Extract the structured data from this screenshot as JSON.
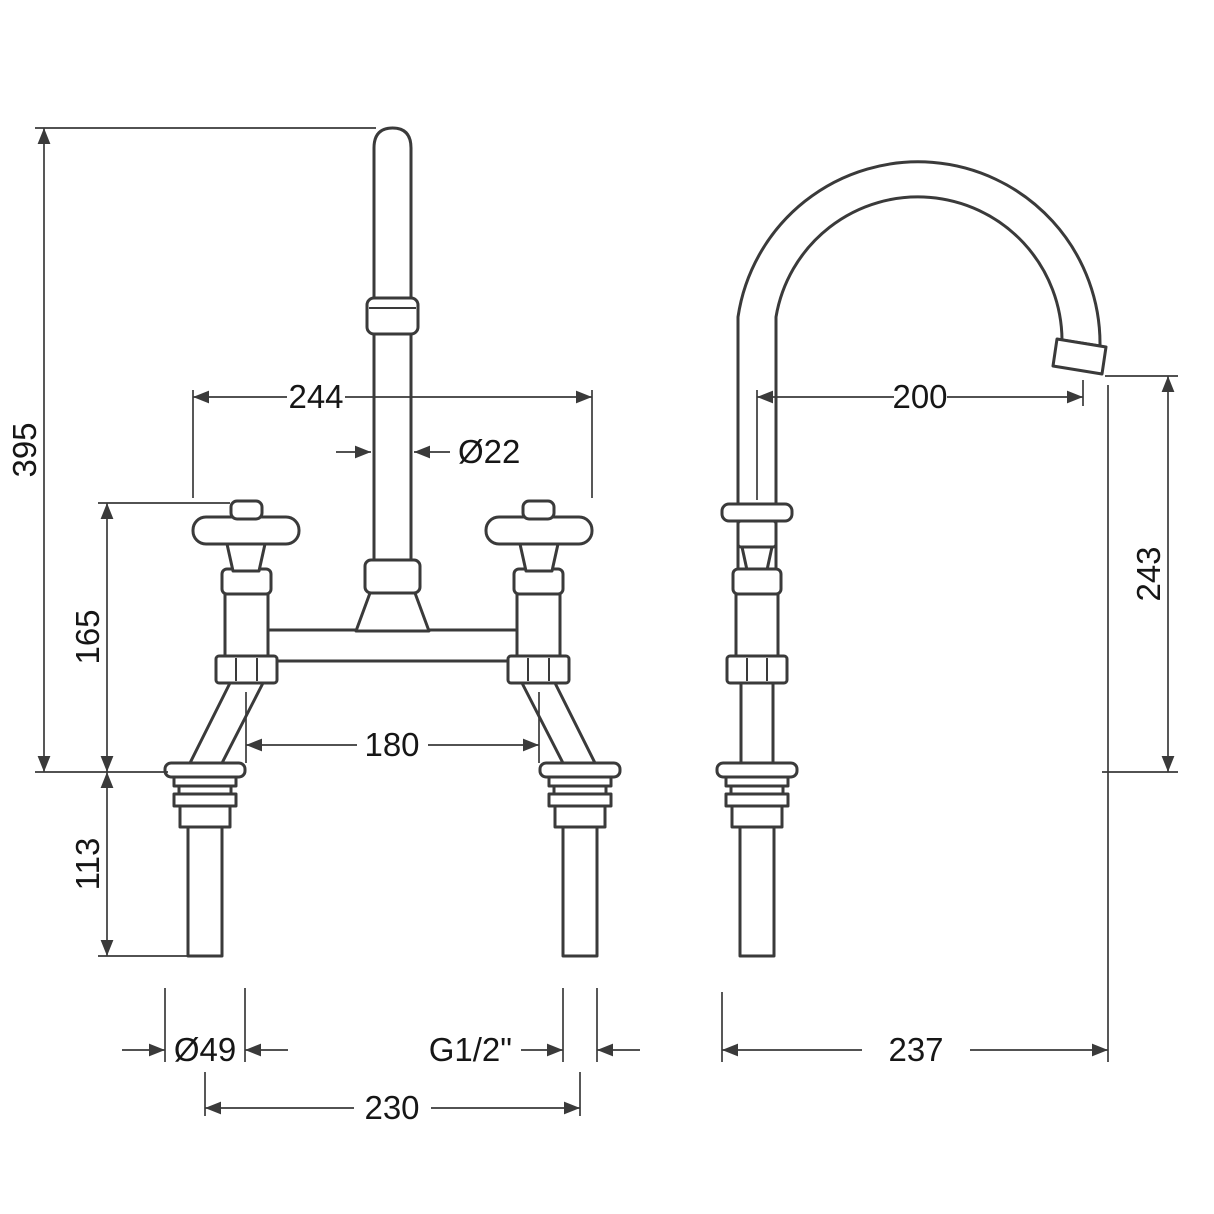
{
  "drawing": {
    "dims": {
      "overall_height": "395",
      "handle_span": "244",
      "spout_diameter": "Ø22",
      "deck_to_handle_top": "165",
      "valve_centres": "180",
      "shank_length": "113",
      "flange_diameter": "Ø49",
      "inlet_thread": "G1/2\"",
      "inlet_centres": "230",
      "spout_reach": "200",
      "spout_outlet_height": "243",
      "overall_depth": "237"
    },
    "colors": {
      "line": "#3a3a3a",
      "text": "#161616",
      "background": "#ffffff"
    }
  }
}
